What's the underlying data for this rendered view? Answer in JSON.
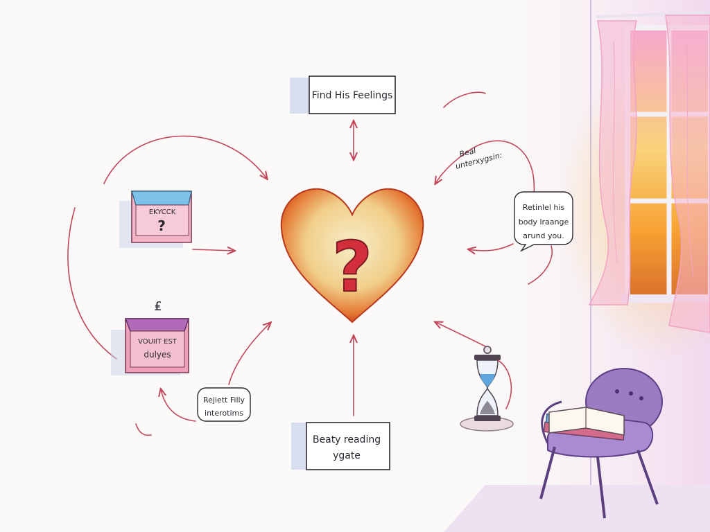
{
  "diagram": {
    "top_box": {
      "label": "Find His Feelings"
    },
    "bottom_box": {
      "line1": "Beaty reading",
      "line2": "ygate"
    },
    "left_box_top": {
      "label": "EKYCCK",
      "mark": "?"
    },
    "left_box_bottom": {
      "line1": "VOUIIT EST",
      "line2": "dulyes",
      "mark": "₤"
    },
    "right_bubble": {
      "line1": "Retinlel his",
      "line2": "body lraange",
      "line3": "arund you."
    },
    "bottom_left_bubble": {
      "line1": "Rejiett Filly",
      "line2": "interotims"
    },
    "top_right_note": {
      "line1": "Beal",
      "line2": "unterxygsin:"
    },
    "heart": {
      "mark": "?"
    }
  },
  "colors": {
    "arrow": "#c0485a",
    "heart_outer": "#d8542c",
    "heart_inner": "#f3e2b0",
    "question": "#d32e3c",
    "box_pink": "#f2b6c6",
    "box_blue": "#7ec2ea",
    "box_purple": "#b06ab8",
    "chair": "#8d6fb4",
    "sunset": "#f7c24a"
  }
}
